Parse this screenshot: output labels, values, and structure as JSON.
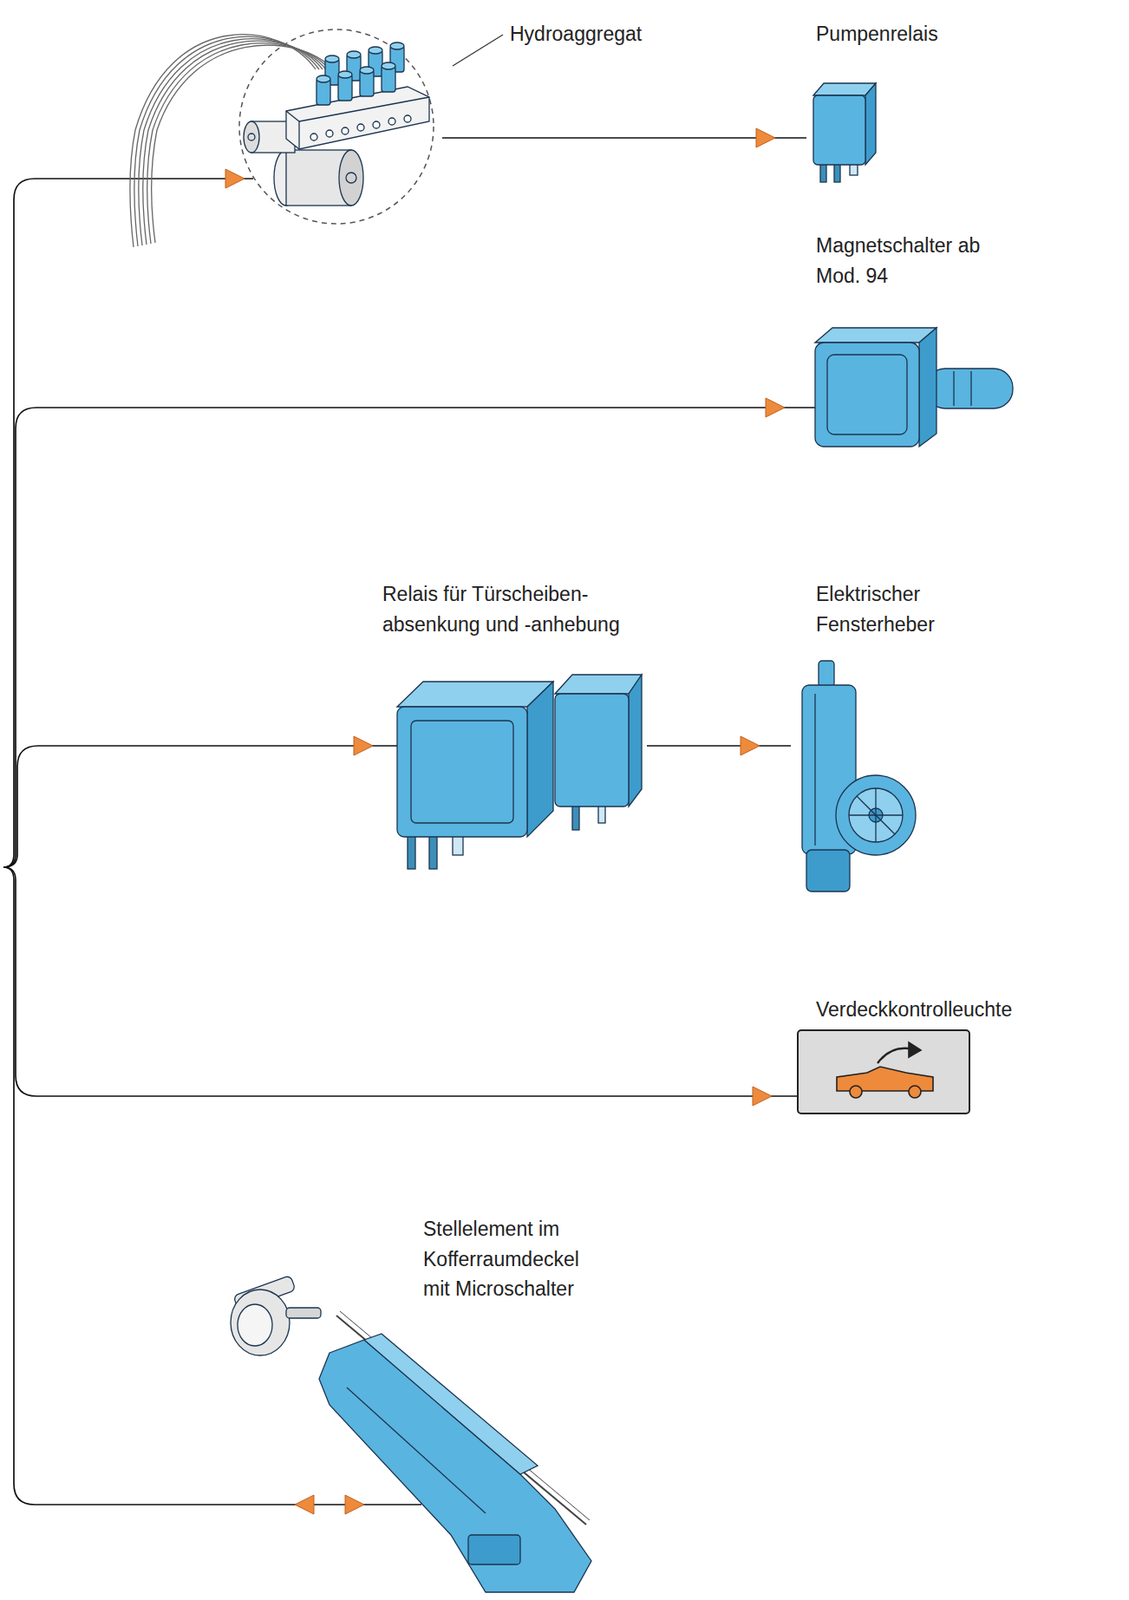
{
  "diagram": {
    "nodes": [
      {
        "text": [
          "Hydroaggregat"
        ]
      },
      {
        "text": [
          "Pumpenrelais"
        ]
      },
      {
        "text": [
          "Magnetschalter ab Mod. 94"
        ]
      },
      {
        "text": [
          "Relais für Türscheiben- absenkung und -anhebung"
        ]
      },
      {
        "text": [
          "Elektrischer Fensterheber"
        ]
      },
      {
        "text": [
          "Verdeckkontrolleuchte"
        ]
      },
      {
        "text": [
          "Stellelement im Kofferraumdeckel mit Microschalter"
        ]
      }
    ],
    "edges": [
      {
        "from": 0,
        "to": 1,
        "arrow": "to"
      },
      {
        "from": 3,
        "to": 4,
        "arrow": "to"
      }
    ]
  }
}
